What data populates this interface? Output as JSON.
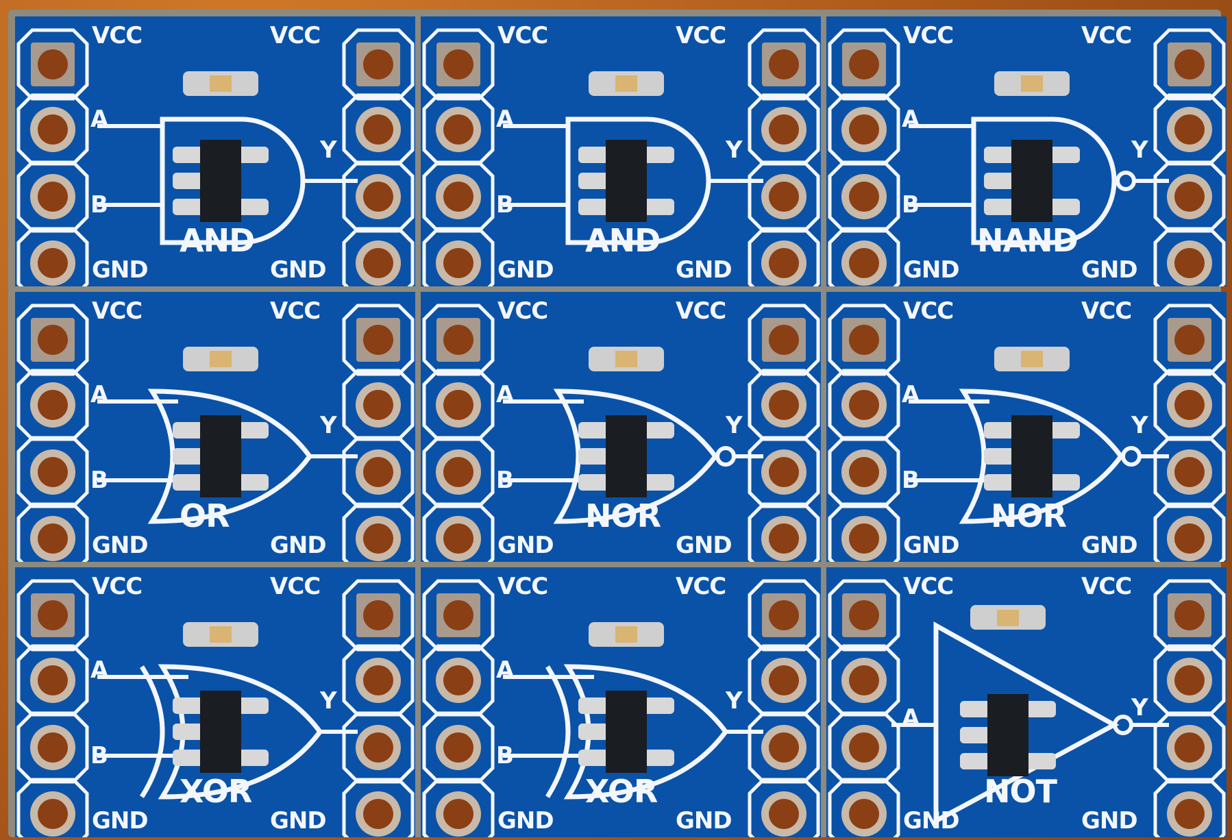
{
  "scene": {
    "description": "Photograph of a 3x3 panel of blue PCB breakout boards for single logic gates",
    "background_color": "#b8641e",
    "board_color": "#0a52a8",
    "silkscreen_color": "#f3f6fb"
  },
  "pin_labels": {
    "vcc": "VCC",
    "gnd": "GND",
    "a": "A",
    "b": "B",
    "y": "Y"
  },
  "boards": [
    {
      "row": 0,
      "col": 0,
      "gate": "AND",
      "type": "and"
    },
    {
      "row": 0,
      "col": 1,
      "gate": "AND",
      "type": "and"
    },
    {
      "row": 0,
      "col": 2,
      "gate": "NAND",
      "type": "nand"
    },
    {
      "row": 1,
      "col": 0,
      "gate": "OR",
      "type": "or"
    },
    {
      "row": 1,
      "col": 1,
      "gate": "NOR",
      "type": "nor"
    },
    {
      "row": 1,
      "col": 2,
      "gate": "NOR",
      "type": "nor"
    },
    {
      "row": 2,
      "col": 0,
      "gate": "XOR",
      "type": "xor"
    },
    {
      "row": 2,
      "col": 1,
      "gate": "XOR",
      "type": "xor"
    },
    {
      "row": 2,
      "col": 2,
      "gate": "NOT",
      "type": "not"
    }
  ]
}
